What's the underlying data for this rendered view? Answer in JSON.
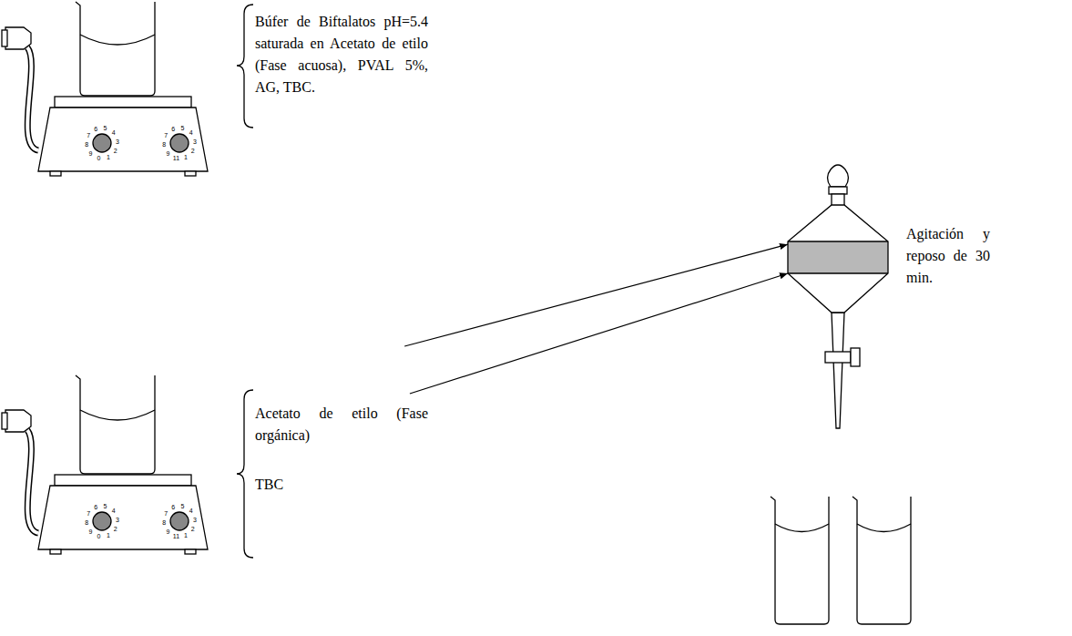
{
  "diagram": {
    "nodes": [
      {
        "text": [
          "Búfer de Biftalatos pH=5.4 saturada en Acetato de etilo (Fase acuosa), PVAL 5%, AG, TBC."
        ]
      },
      {
        "text": [
          "Acetato de etilo (Fase orgánica)",
          "TBC"
        ]
      },
      {
        "text": [
          "Agitación y reposo de 30 min."
        ]
      }
    ],
    "edges": [
      {
        "from": 0,
        "to": 2,
        "arrow": "to"
      },
      {
        "from": 1,
        "to": 2,
        "arrow": "to"
      }
    ],
    "labels": [
      "7",
      "6",
      "5",
      "4",
      "3",
      "2",
      "1",
      "0",
      "9",
      "8",
      "7",
      "6",
      "5",
      "4",
      "3",
      "2",
      "1",
      "11",
      "9",
      "8",
      "7",
      "6",
      "5",
      "4",
      "3",
      "2",
      "1",
      "0",
      "9",
      "8",
      "7",
      "6",
      "5",
      "4",
      "3",
      "2",
      "1",
      "11",
      "9",
      "8"
    ]
  }
}
